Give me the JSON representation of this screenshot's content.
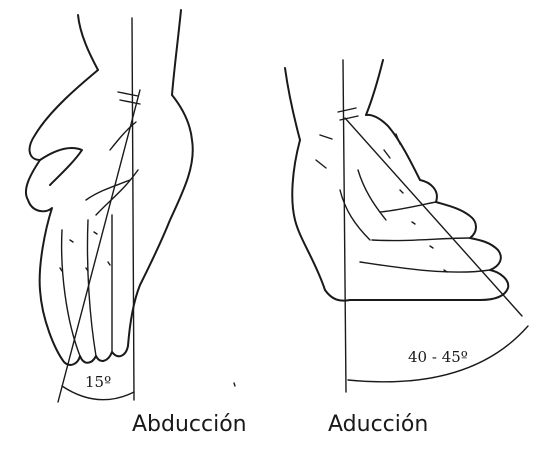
{
  "panels": [
    {
      "caption": "Abducción",
      "angle_label": "15º"
    },
    {
      "caption": "Aducción",
      "angle_label": "40 - 45º"
    }
  ],
  "colors": {
    "ink": "#1a1a1a",
    "background": "#ffffff"
  }
}
